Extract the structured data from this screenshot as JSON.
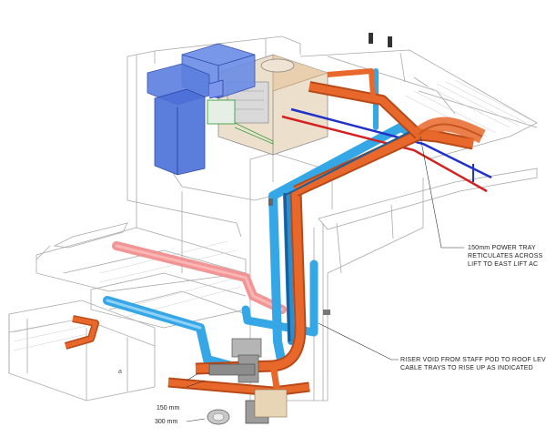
{
  "annotations": {
    "power_tray_note": [
      "150mm POWER TRAY",
      "RETICULATES ACROSS",
      "LIFT TO EAST LIFT AC"
    ],
    "riser_void_note": [
      "RISER VOID FROM STAFF POD TO ROOF LEVEL.",
      "CABLE TRAYS TO RISE UP AS INDICATED"
    ],
    "dim_150": "150 mm",
    "dim_300": "300 mm",
    "floor_label": "a"
  },
  "colors": {
    "cable_tray": "#e8682c",
    "cable_tray_dark": "#b84a18",
    "chilled_pipe": "#35a6e6",
    "hot_pipe": "#f08a8a",
    "hvac_unit": "#4a6fd8",
    "plant_tan": "#e8c9a0",
    "red_conduit": "#d42020",
    "blue_conduit": "#2030c8",
    "structure_line": "#9a9a9a"
  }
}
